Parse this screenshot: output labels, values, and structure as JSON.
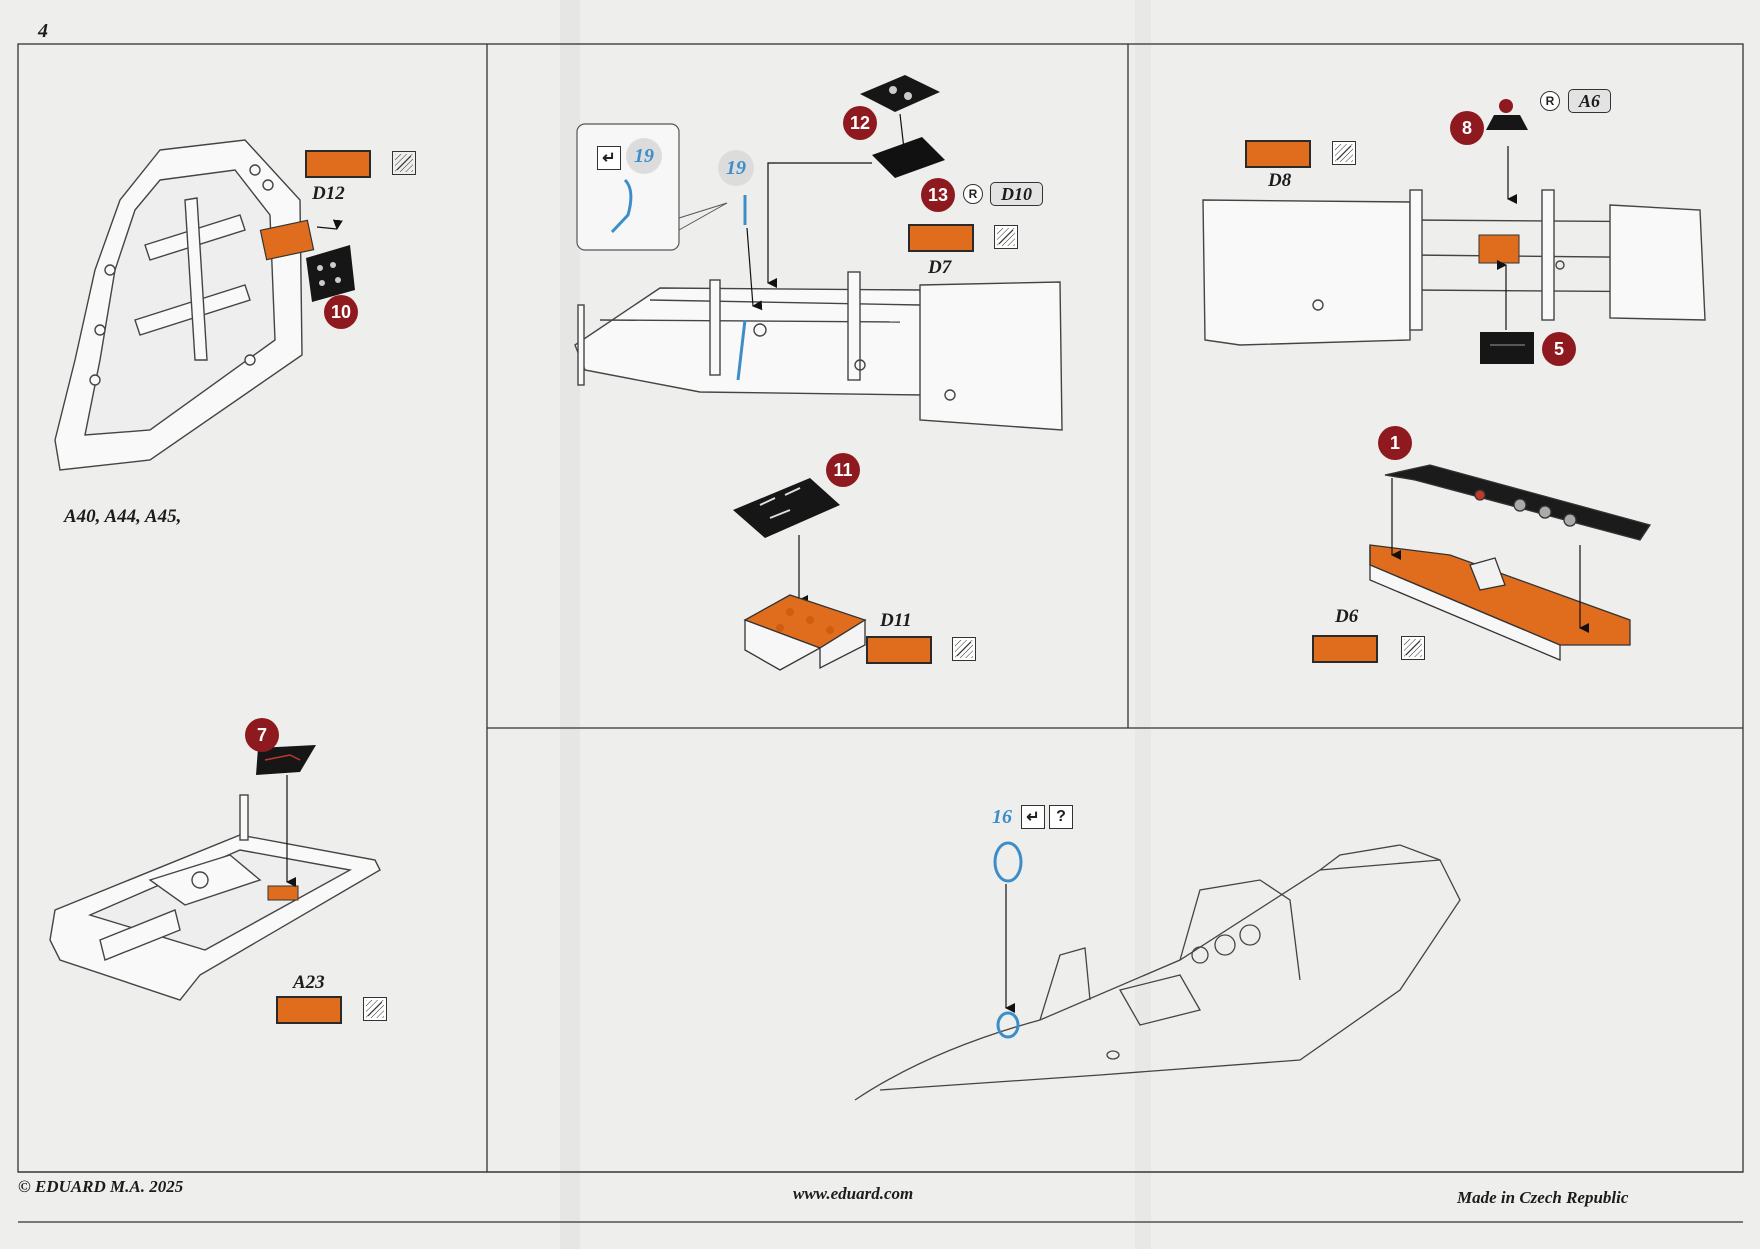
{
  "page_number": "4",
  "panel_tl": {
    "label_d12": "D12",
    "callout_10": "10",
    "parts_note": "A40, A44, A45,"
  },
  "panel_tc": {
    "callout_19_inset": "19",
    "callout_19": "19",
    "callout_12": "12",
    "callout_13": "13",
    "ref_d10": "D10",
    "label_d7": "D7",
    "callout_11": "11",
    "label_d11": "D11"
  },
  "panel_tr": {
    "label_d8": "D8",
    "callout_8": "8",
    "ref_a6": "A6",
    "callout_5": "5",
    "callout_1": "1",
    "label_d6": "D6"
  },
  "panel_bl": {
    "callout_7": "7",
    "label_a23": "A23"
  },
  "panel_bc": {
    "callout_16": "16",
    "question_mark": "?"
  },
  "footer": {
    "copyright": "© EDUARD  M.A. 2025",
    "website": "www.eduard.com",
    "origin": "Made in Czech Republic"
  },
  "colors": {
    "paint_orange": "#e06d1e",
    "callout_red": "#8e1a1f",
    "photoetch_blue": "#3d8dc8",
    "paper": "#eeeeec"
  },
  "icons": [
    "hatched-surface-icon",
    "bend-icon",
    "registered-icon"
  ]
}
